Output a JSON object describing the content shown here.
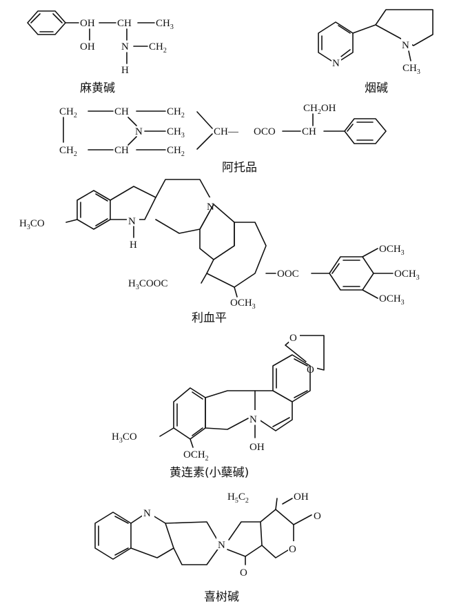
{
  "captions": {
    "ephedrine": "麻黄碱",
    "nicotine": "烟碱",
    "atropine": "阿托品",
    "reserpine": "利血平",
    "berberine": "黄连素(小蘖碱)",
    "camptothecin": "喜树碱"
  },
  "atoms": {
    "oh": "OH",
    "ch": "CH",
    "ch3": "CH",
    "ch2": "CH",
    "n": "N",
    "h": "H",
    "nh_n": "N",
    "ch2oh": "CH",
    "choh": "OH",
    "oco": "OCO",
    "h3co": "H",
    "coo": "COOC",
    "ooc": "OOC",
    "och3": "OCH",
    "o": "O",
    "h5c2": "H",
    "sub3": "3",
    "sub2": "2",
    "sub5": "5",
    "ch_chain": "CH—"
  }
}
